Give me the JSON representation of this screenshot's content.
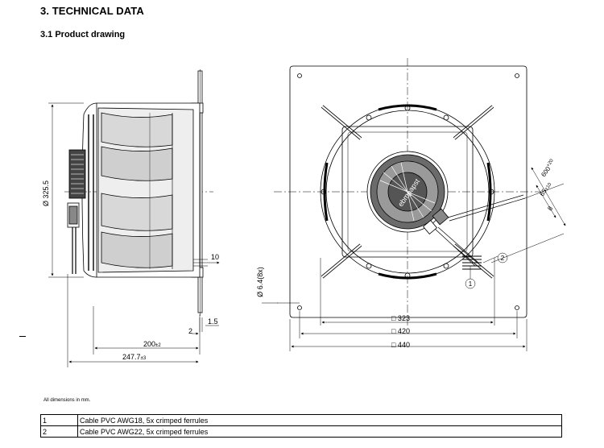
{
  "header": {
    "title": "3. TECHNICAL DATA",
    "subtitle": "3.1 Product drawing"
  },
  "drawing": {
    "side_view": {
      "diameter_label": "Ø 325.5",
      "dim_10": "10",
      "dim_1_5": "1.5",
      "dim_2": "2",
      "dim_200": "200",
      "dim_200_tol": "±2",
      "dim_247": "247.7",
      "dim_247_tol": "±3"
    },
    "front_view": {
      "hole_label": "Ø 6.4(8x)",
      "dim_323": "□ 323",
      "dim_420": "□ 420",
      "dim_440": "□ 440",
      "cable_length": "600",
      "cable_length_tol": "+20",
      "strip_length": "65",
      "strip_length_tol": "±10",
      "ferrule_length": "8",
      "callout_1": "1",
      "callout_2": "2"
    }
  },
  "note": "All dimensions in mm.",
  "legend": [
    {
      "num": "1",
      "text": "Cable PVC AWG18, 5x crimped ferrules"
    },
    {
      "num": "2",
      "text": "Cable PVC AWG22, 5x crimped ferrules"
    }
  ]
}
